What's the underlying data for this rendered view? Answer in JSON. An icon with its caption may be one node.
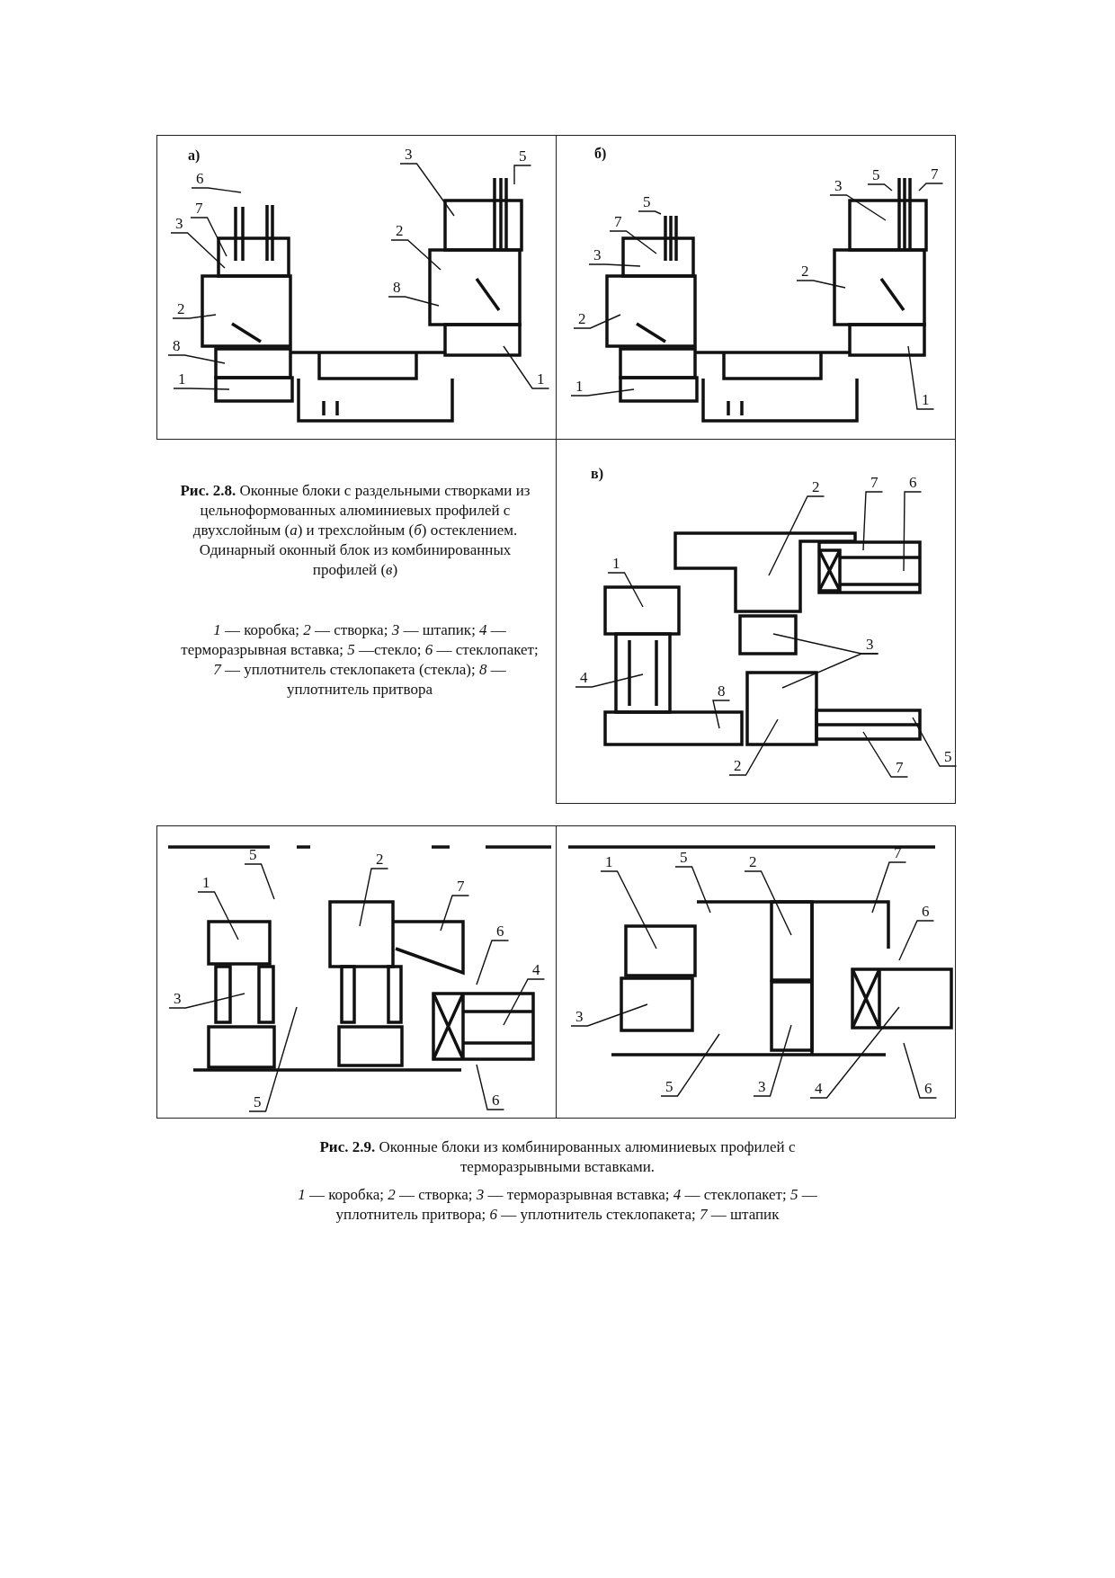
{
  "diagram": {
    "nodes": [
      {
        "text": [
          "а)"
        ]
      },
      {
        "text": [
          "3"
        ],
        "in": 0
      },
      {
        "text": [
          "5"
        ],
        "in": 0
      },
      {
        "text": [
          "6"
        ],
        "in": 0
      },
      {
        "text": [
          "7"
        ],
        "in": 0
      },
      {
        "text": [
          "3"
        ],
        "in": 0
      },
      {
        "text": [
          "2"
        ],
        "in": 0
      },
      {
        "text": [
          "2"
        ],
        "in": 0
      },
      {
        "text": [
          "8"
        ],
        "in": 0
      },
      {
        "text": [
          "8"
        ],
        "in": 0
      },
      {
        "text": [
          "1"
        ],
        "in": 0
      },
      {
        "text": [
          "1"
        ],
        "in": 0
      },
      {
        "text": [
          "б)"
        ]
      },
      {
        "text": [
          "5"
        ],
        "in": 12
      },
      {
        "text": [
          "7"
        ],
        "in": 12
      },
      {
        "text": [
          "3"
        ],
        "in": 12
      },
      {
        "text": [
          "5"
        ],
        "in": 12
      },
      {
        "text": [
          "7"
        ],
        "in": 12
      },
      {
        "text": [
          "3"
        ],
        "in": 12
      },
      {
        "text": [
          "2"
        ],
        "in": 12
      },
      {
        "text": [
          "2"
        ],
        "in": 12
      },
      {
        "text": [
          "1"
        ],
        "in": 12
      },
      {
        "text": [
          "1"
        ],
        "in": 12
      },
      {
        "text": [
          "в)"
        ]
      },
      {
        "text": [
          "7"
        ],
        "in": 23
      },
      {
        "text": [
          "6"
        ],
        "in": 23
      },
      {
        "text": [
          "2"
        ],
        "in": 23
      },
      {
        "text": [
          "1"
        ],
        "in": 23
      },
      {
        "text": [
          "3"
        ],
        "in": 23
      },
      {
        "text": [
          "4"
        ],
        "in": 23
      },
      {
        "text": [
          "8"
        ],
        "in": 23
      },
      {
        "text": [
          "5"
        ],
        "in": 23
      },
      {
        "text": [
          "2"
        ],
        "in": 23
      },
      {
        "text": [
          "7"
        ],
        "in": 23
      },
      {
        "text": [],
        "shape": "box"
      },
      {
        "text": [
          "5"
        ],
        "in": 34
      },
      {
        "text": [
          "2"
        ],
        "in": 34
      },
      {
        "text": [
          "1"
        ],
        "in": 34
      },
      {
        "text": [
          "7"
        ],
        "in": 34
      },
      {
        "text": [
          "6"
        ],
        "in": 34
      },
      {
        "text": [
          "4"
        ],
        "in": 34
      },
      {
        "text": [
          "3"
        ],
        "in": 34
      },
      {
        "text": [
          "5"
        ],
        "in": 34
      },
      {
        "text": [
          "6"
        ],
        "in": 34
      },
      {
        "text": [],
        "shape": "box"
      },
      {
        "text": [
          "7"
        ],
        "in": 44
      },
      {
        "text": [
          "5"
        ],
        "in": 44
      },
      {
        "text": [
          "1"
        ],
        "in": 44
      },
      {
        "text": [
          "2"
        ],
        "in": 44
      },
      {
        "text": [
          "6"
        ],
        "in": 44
      },
      {
        "text": [
          "3"
        ],
        "in": 44
      },
      {
        "text": [
          "5"
        ],
        "in": 44
      },
      {
        "text": [
          "3"
        ],
        "in": 44
      },
      {
        "text": [
          "4"
        ],
        "in": 44
      },
      {
        "text": [
          "6"
        ],
        "in": 44
      }
    ],
    "edges": [
      {
        "from": 1,
        "to": null,
        "arrow": "none"
      },
      {
        "from": 2,
        "to": null,
        "arrow": "none"
      },
      {
        "from": 3,
        "to": null,
        "arrow": "none"
      },
      {
        "from": 4,
        "to": null,
        "arrow": "none"
      },
      {
        "from": 5,
        "to": null,
        "arrow": "none"
      },
      {
        "from": 6,
        "to": null,
        "arrow": "none"
      },
      {
        "from": 7,
        "to": null,
        "arrow": "none"
      },
      {
        "from": 8,
        "to": null,
        "arrow": "none"
      },
      {
        "from": 9,
        "to": null,
        "arrow": "none"
      },
      {
        "from": 10,
        "to": null,
        "arrow": "none"
      },
      {
        "from": 11,
        "to": null,
        "arrow": "none"
      },
      {
        "from": 13,
        "to": null,
        "arrow": "none"
      },
      {
        "from": 14,
        "to": null,
        "arrow": "none"
      },
      {
        "from": 15,
        "to": null,
        "arrow": "none"
      },
      {
        "from": 16,
        "to": null,
        "arrow": "none"
      },
      {
        "from": 17,
        "to": null,
        "arrow": "none"
      },
      {
        "from": 18,
        "to": null,
        "arrow": "none"
      },
      {
        "from": 19,
        "to": null,
        "arrow": "none"
      },
      {
        "from": 20,
        "to": null,
        "arrow": "none"
      },
      {
        "from": 21,
        "to": null,
        "arrow": "none"
      },
      {
        "from": 22,
        "to": null,
        "arrow": "none"
      },
      {
        "from": 24,
        "to": null,
        "arrow": "none"
      },
      {
        "from": 25,
        "to": null,
        "arrow": "none"
      },
      {
        "from": 26,
        "to": null,
        "arrow": "none"
      },
      {
        "from": 27,
        "to": null,
        "arrow": "none"
      },
      {
        "from": 28,
        "to": null,
        "arrow": "none"
      },
      {
        "from": 28,
        "to": null,
        "arrow": "none"
      },
      {
        "from": 29,
        "to": null,
        "arrow": "none"
      },
      {
        "from": 30,
        "to": null,
        "arrow": "none"
      },
      {
        "from": 31,
        "to": null,
        "arrow": "none"
      },
      {
        "from": 32,
        "to": null,
        "arrow": "none"
      },
      {
        "from": 33,
        "to": null,
        "arrow": "none"
      },
      {
        "from": 35,
        "to": null,
        "arrow": "none"
      },
      {
        "from": 36,
        "to": null,
        "arrow": "none"
      },
      {
        "from": 37,
        "to": null,
        "arrow": "none"
      },
      {
        "from": 38,
        "to": null,
        "arrow": "none"
      },
      {
        "from": 39,
        "to": null,
        "arrow": "none"
      },
      {
        "from": 40,
        "to": null,
        "arrow": "none"
      },
      {
        "from": 41,
        "to": null,
        "arrow": "none"
      },
      {
        "from": 42,
        "to": null,
        "arrow": "none"
      },
      {
        "from": 43,
        "to": null,
        "arrow": "none"
      },
      {
        "from": 45,
        "to": null,
        "arrow": "none"
      },
      {
        "from": 46,
        "to": null,
        "arrow": "none"
      },
      {
        "from": 47,
        "to": null,
        "arrow": "none"
      },
      {
        "from": 48,
        "to": null,
        "arrow": "none"
      },
      {
        "from": 49,
        "to": null,
        "arrow": "none"
      },
      {
        "from": 50,
        "to": null,
        "arrow": "none"
      },
      {
        "from": 51,
        "to": null,
        "arrow": "none"
      },
      {
        "from": 52,
        "to": null,
        "arrow": "none"
      },
      {
        "from": 53,
        "to": null,
        "arrow": "none"
      },
      {
        "from": 54,
        "to": null,
        "arrow": "none"
      }
    ],
    "labels": [
      "**Рис. 2.8.** Оконные блоки с раздельными створками из цельноформованных алюминиевых профилей с двухслойным (*а*) и трехслойным (*б*) остеклением. Одинарный оконный блок из комбинированных профилей (*в*)",
      "*1* — коробка; *2* — створка; *3* — штапик; *4* — терморазрывная вставка; *5* —стекло; *6* — стеклопакет; *7* — уплотнитель стеклопакета (стекла); *8* — уплотнитель притвора",
      "**Рис. 2.9.** Оконные блоки из комбинированных алюминиевых профилей с терморазрывными вставками.",
      "*1* — коробка; *2* — створка; *3* — терморазрывная вставка; *4* — стеклопакет; *5* — уплотнитель притвора; *6* — уплотнитель стеклопакета; *7* — штапик"
    ]
  }
}
